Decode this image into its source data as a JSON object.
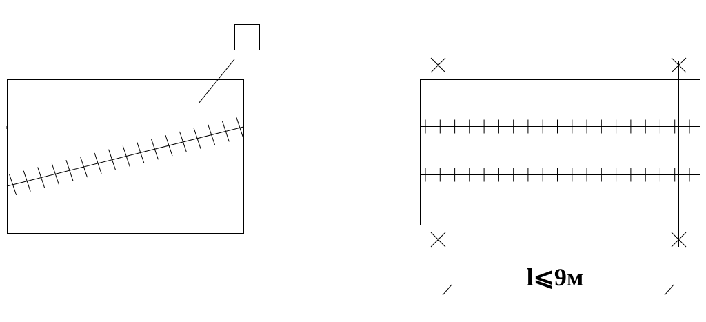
{
  "diagram": {
    "dimension_label": "l⩽9м",
    "colors": {
      "line": "#000000",
      "background": "#ffffff"
    },
    "left_panel": {
      "tick_count": 17
    },
    "right_panel": {
      "rail_count": 2,
      "ticks_per_rail": 19,
      "cross_marker_count": 4
    }
  }
}
